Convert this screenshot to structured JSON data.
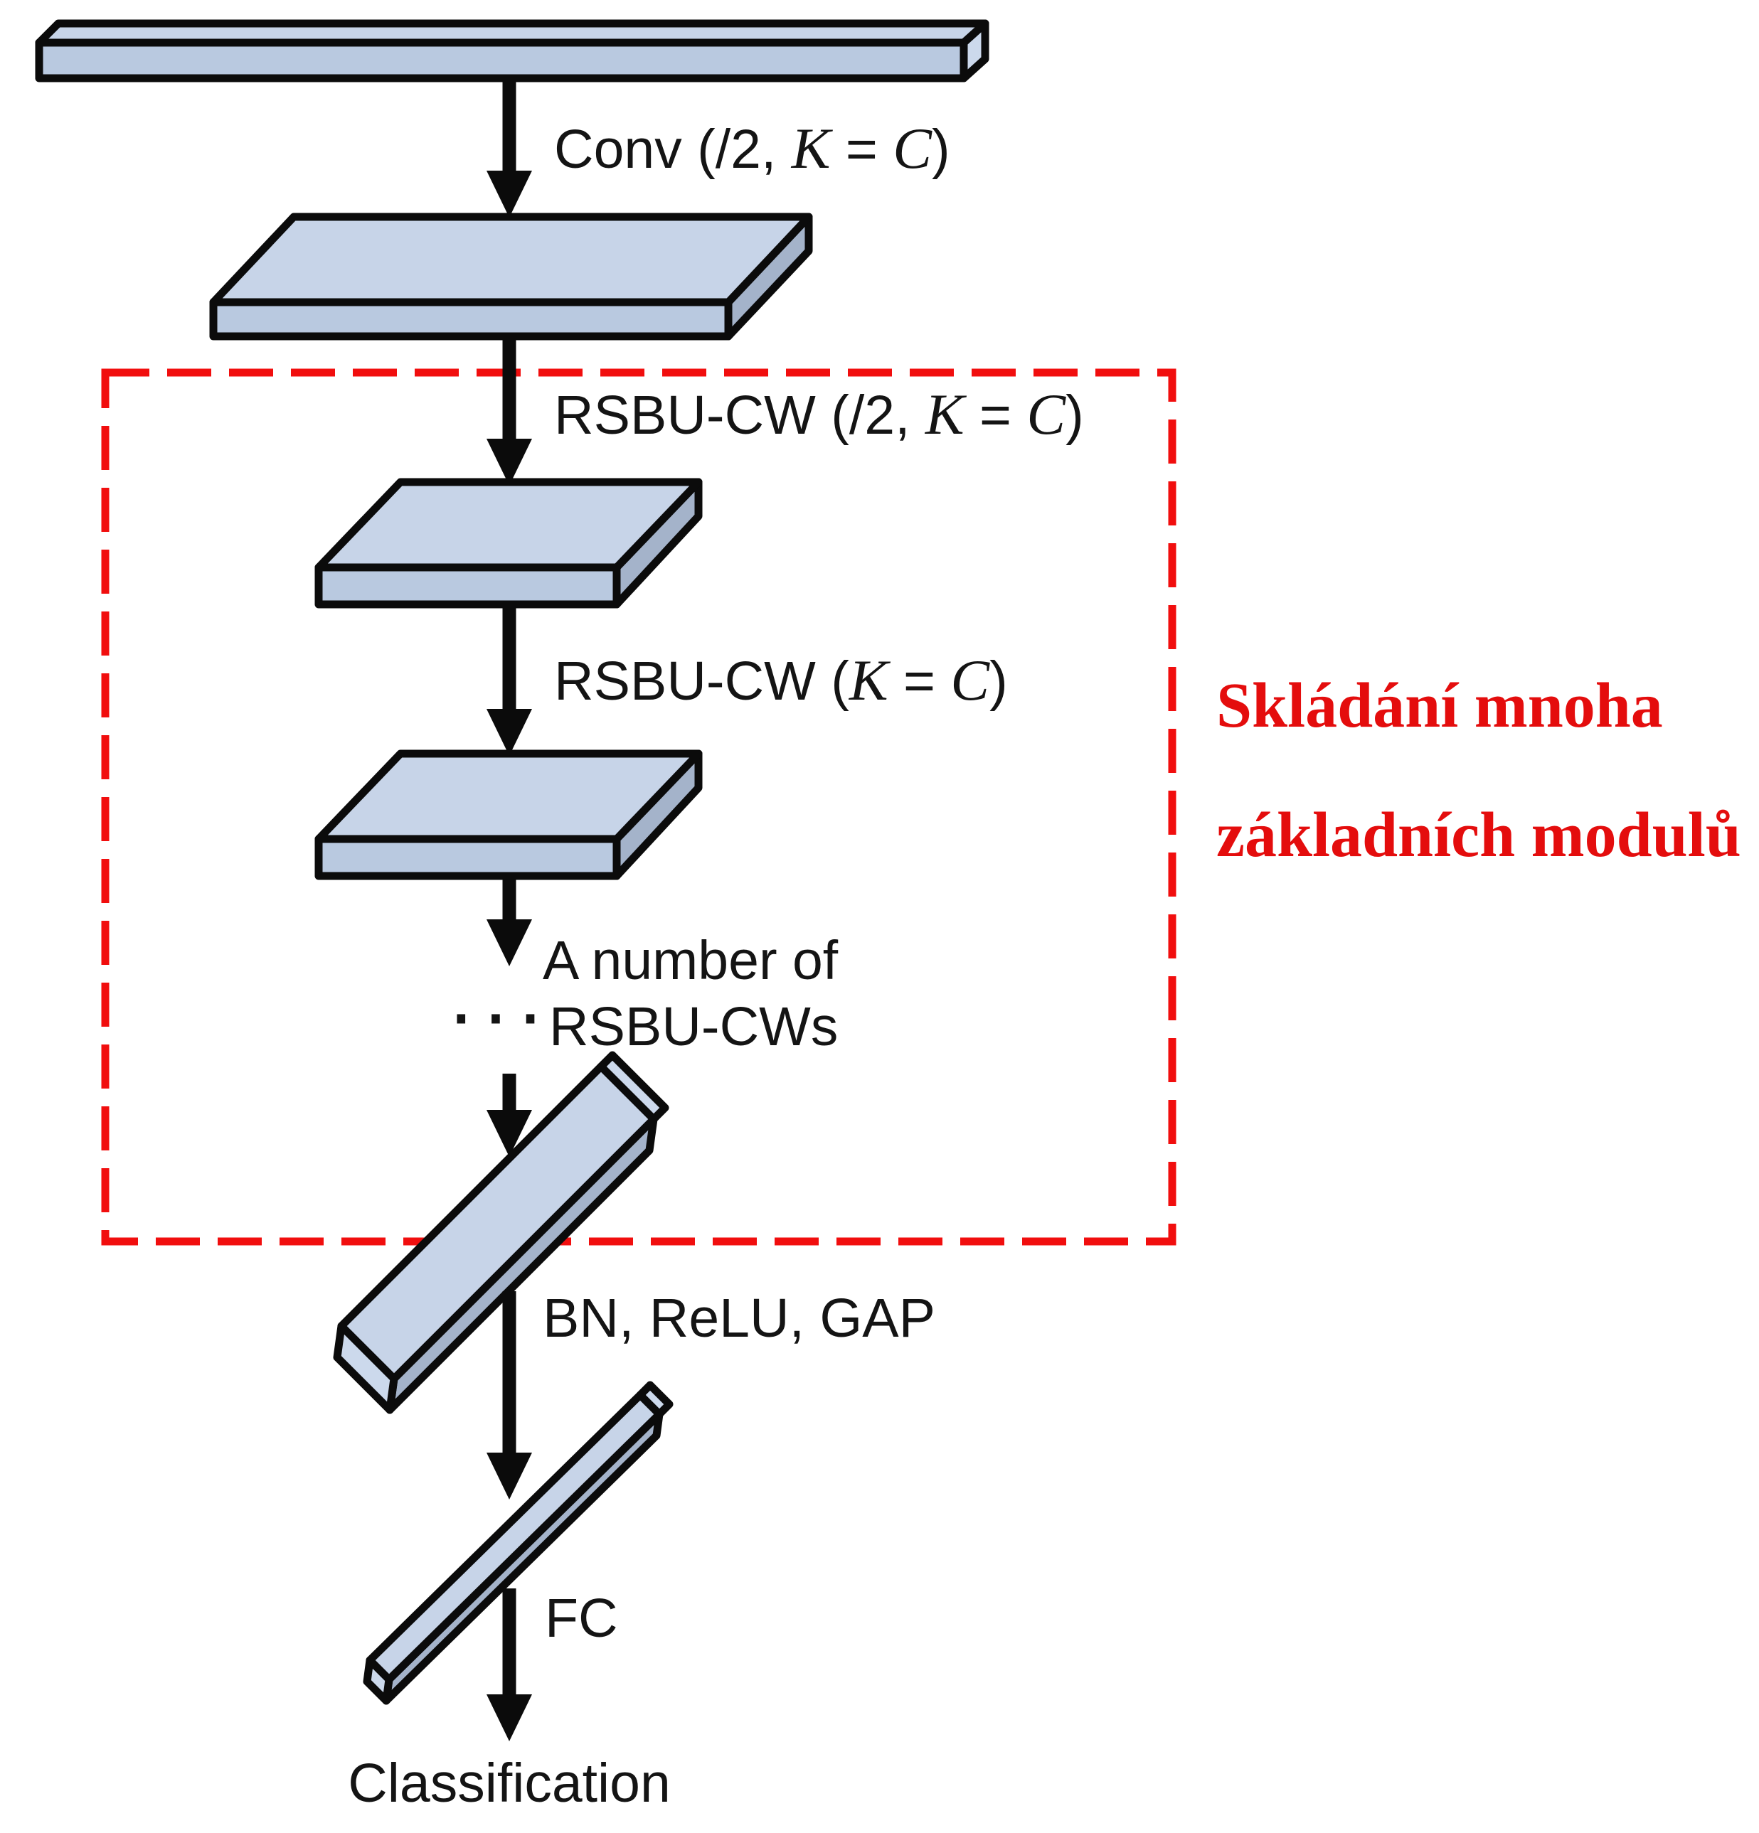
{
  "figure": {
    "type": "neural-network-architecture-diagram",
    "labels": {
      "conv": {
        "pre": "Conv (/2, ",
        "k": "K",
        "eq": " = ",
        "c": "C",
        "post": ")"
      },
      "rsbu1": {
        "pre": "RSBU-CW (/2, ",
        "k": "K",
        "eq": " = ",
        "c": "C",
        "post": ")"
      },
      "rsbu2": {
        "pre": "RSBU-CW (",
        "k": "K",
        "eq": " = ",
        "c": "C",
        "post": ")"
      },
      "stack_line1": "A number of",
      "stack_dots": "···",
      "stack_line2": "RSBU-CWs",
      "bn_relu_gap": "BN, ReLU, GAP",
      "fc": "FC",
      "classification": "Classification"
    },
    "annotation": {
      "line1": "Skládání mnoha",
      "line2": "základních modulů"
    },
    "colors": {
      "face_top": "#c7d4e8",
      "face_front": "#b9c9e0",
      "face_side": "#a4b3ca",
      "face_cap": "#ccd9ec",
      "arrow": "#0b0b0b",
      "box_red": "#f10e0e",
      "annotation_red": "#e40d0d",
      "text_black": "#141414"
    }
  }
}
